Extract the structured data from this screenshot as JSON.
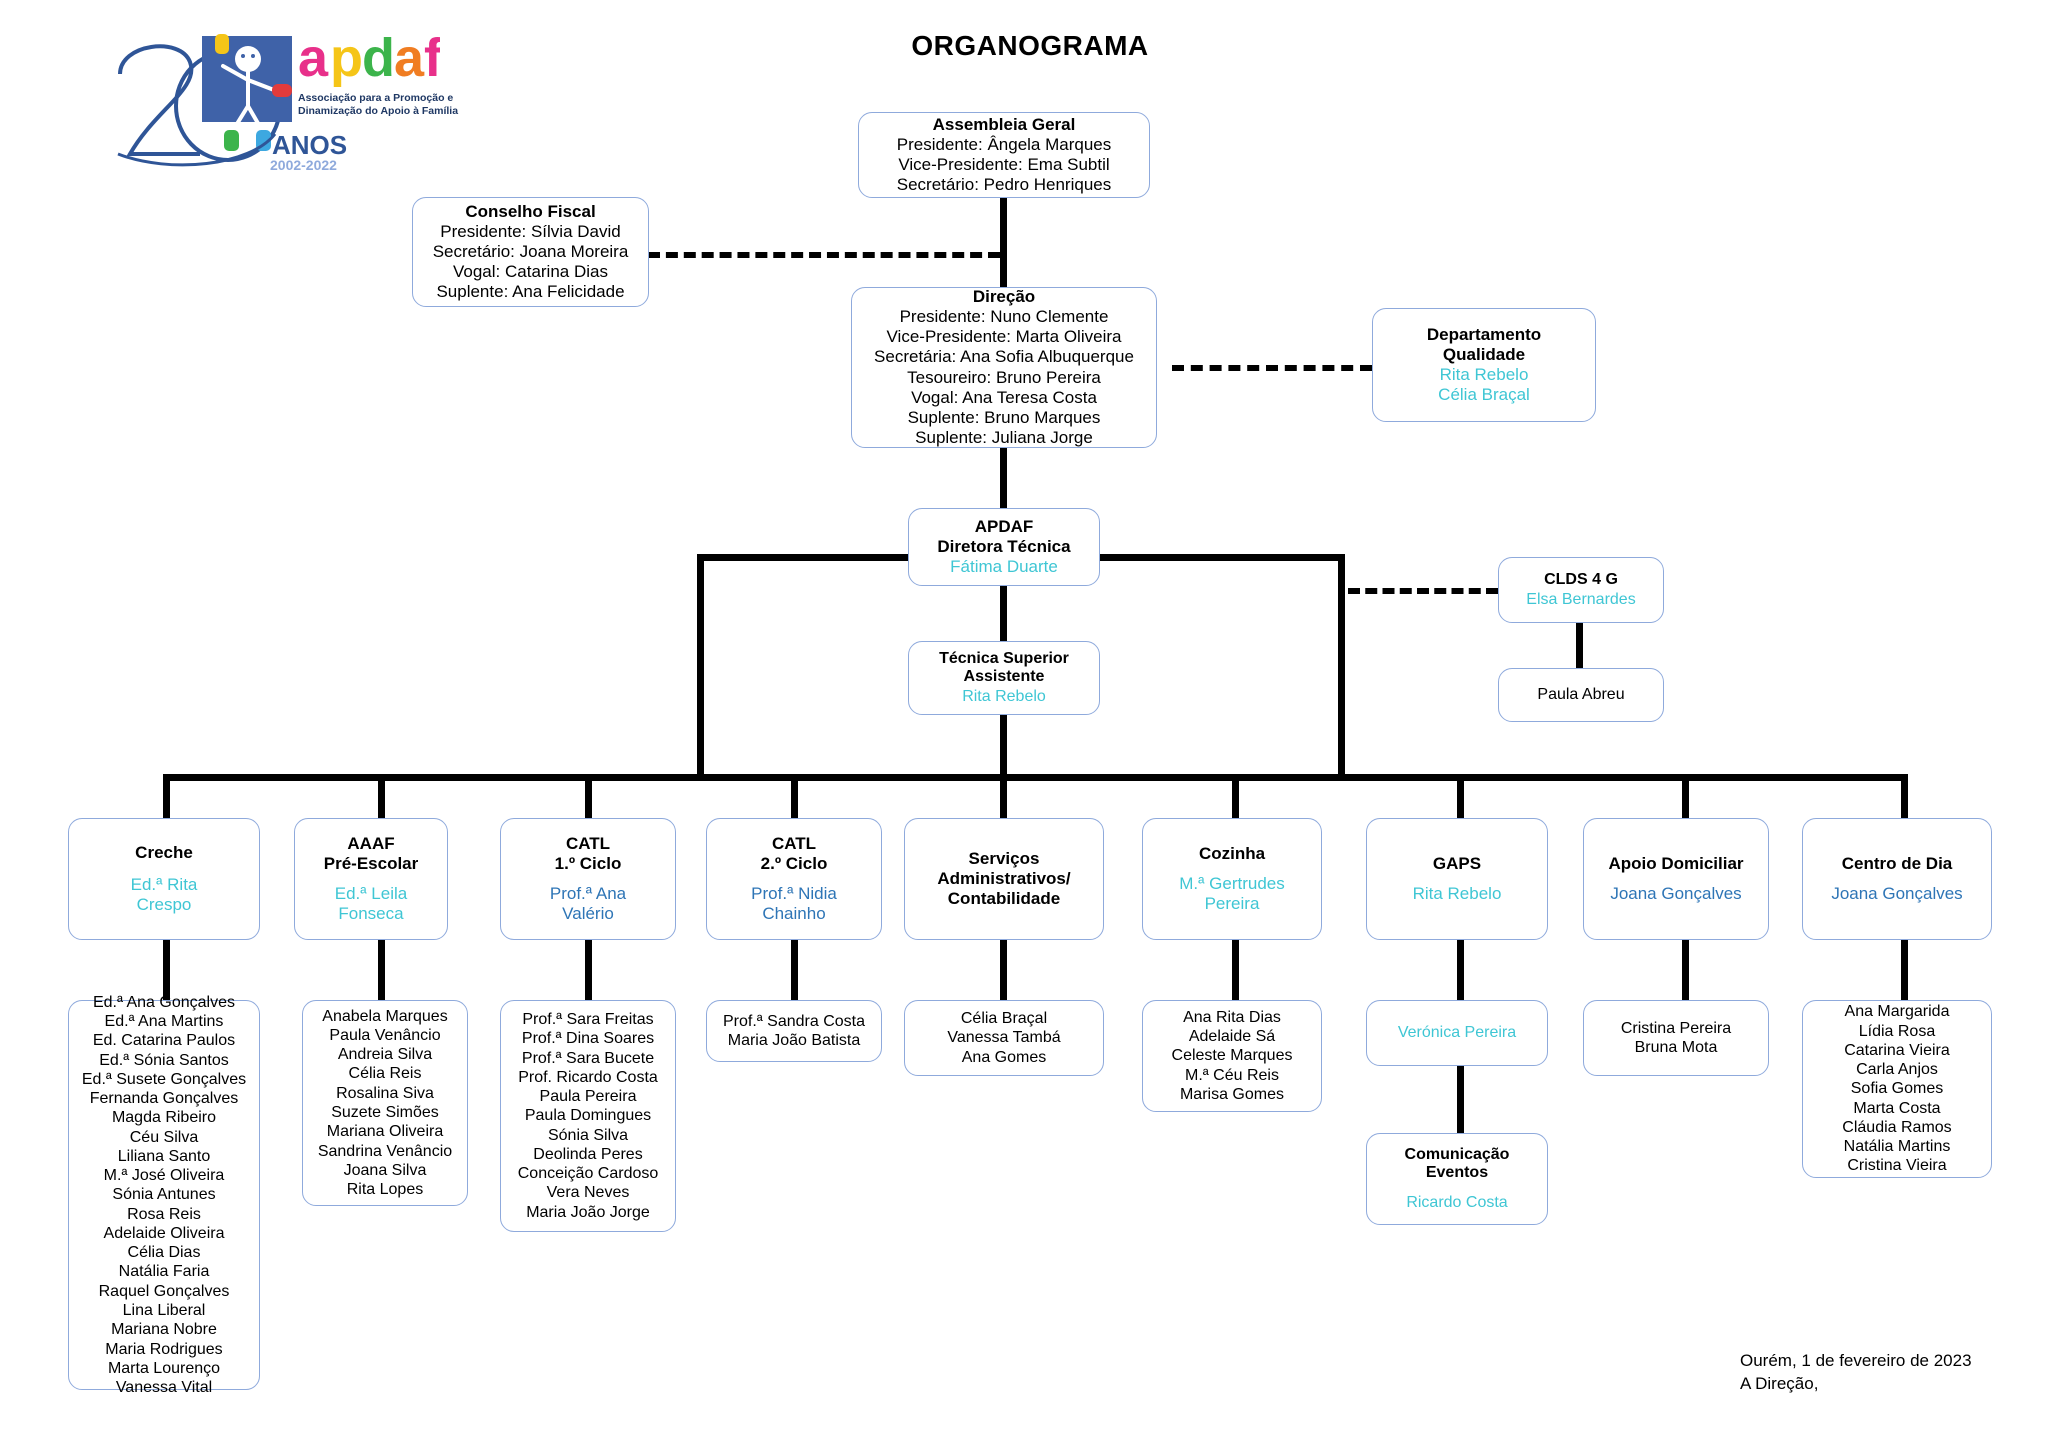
{
  "document": {
    "title": "ORGANOGRAMA",
    "footer": "Ourém, 1 de fevereiro de 2023\nA Direção,"
  },
  "logo": {
    "wordmark": "apdaf",
    "tagline": "Associação para a Promoção e\nDinamização do Apoio à Família",
    "anniversary_number": "20",
    "anniversary_label": "ANOS",
    "anniversary_years": "2002-2022",
    "letter_colors": [
      "#E8308A",
      "#F5C518",
      "#3CB44B",
      "#F07D22",
      "#E8308A"
    ],
    "badge_color": "#2F5597",
    "panel_color": "#3F62A8"
  },
  "colors": {
    "box_border": "#8FAADC",
    "connector": "#000000",
    "person_teal": "#3FC6D4",
    "person_blue": "#2E75B6",
    "heading": "#000000"
  },
  "nodes": {
    "assembleia": {
      "title": "Assembleia Geral",
      "lines": "Presidente: Ângela Marques\nVice-Presidente: Ema Subtil\nSecretário: Pedro Henriques"
    },
    "conselho_fiscal": {
      "title": "Conselho Fiscal",
      "lines": "Presidente: Sílvia David\nSecretário: Joana Moreira\nVogal: Catarina Dias\nSuplente: Ana Felicidade"
    },
    "direcao": {
      "title": "Direção",
      "lines": "Presidente: Nuno Clemente\nVice-Presidente: Marta Oliveira\nSecretária: Ana Sofia Albuquerque\nTesoureiro:  Bruno Pereira\nVogal:  Ana Teresa Costa\nSuplente: Bruno Marques\nSuplente: Juliana Jorge"
    },
    "departamento_qualidade": {
      "title": "Departamento\nQualidade",
      "people": "Rita Rebelo\nCélia Braçal"
    },
    "apdaf_direcao_tecnica": {
      "title": "APDAF\nDiretora Técnica",
      "people": "Fátima Duarte"
    },
    "clds": {
      "title": "CLDS 4 G",
      "people": "Elsa Bernardes"
    },
    "clds_child": {
      "title": "Paula Abreu"
    },
    "tecnica_superior": {
      "title": "Técnica Superior\nAssistente",
      "people": "Rita Rebelo"
    }
  },
  "departments": [
    {
      "key": "creche",
      "title": "Creche",
      "people": "Ed.ª Rita\nCrespo",
      "people_color": "teal",
      "roster": "Ed.ª Ana Gonçalves\nEd.ª  Ana Martins\nEd. Catarina Paulos\nEd.ª Sónia Santos\nEd.ª Susete Gonçalves\nFernanda Gonçalves\nMagda Ribeiro\nCéu Silva\nLiliana Santo\nM.ª José Oliveira\nSónia Antunes\nRosa Reis\nAdelaide Oliveira\nCélia Dias\nNatália Faria\nRaquel Gonçalves\nLina Liberal\nMariana Nobre\nMaria Rodrigues\nMarta Lourenço\nVanessa Vital"
    },
    {
      "key": "aaaf",
      "title": "AAAF\nPré-Escolar",
      "people": "Ed.ª Leila\nFonseca",
      "people_color": "teal",
      "roster": "Anabela Marques\nPaula Venâncio\nAndreia Silva\nCélia Reis\nRosalina Siva\nSuzete Simões\nMariana Oliveira\nSandrina Venâncio\nJoana Silva\nRita Lopes"
    },
    {
      "key": "catl1",
      "title": "CATL\n1.º Ciclo",
      "people": "Prof.ª Ana\nValério",
      "people_color": "blue",
      "roster": "Prof.ª Sara Freitas\nProf.ª Dina Soares\nProf.ª Sara Bucete\nProf. Ricardo Costa\nPaula Pereira\nPaula Domingues\nSónia Silva\nDeolinda Peres\nConceição Cardoso\nVera Neves\nMaria João Jorge"
    },
    {
      "key": "catl2",
      "title": "CATL\n2.º Ciclo",
      "people": "Prof.ª Nidia\nChainho",
      "people_color": "blue",
      "roster": "Prof.ª Sandra Costa\nMaria João Batista"
    },
    {
      "key": "servicos",
      "title": "Serviços\nAdministrativos/\nContabilidade",
      "people": "",
      "people_color": "teal",
      "roster": "Célia Braçal\nVanessa Tambá\nAna Gomes"
    },
    {
      "key": "cozinha",
      "title": "Cozinha",
      "people": "M.ª Gertrudes\nPereira",
      "people_color": "teal",
      "roster": "Ana Rita Dias\nAdelaide Sá\nCeleste Marques\nM.ª Céu Reis\nMarisa Gomes"
    },
    {
      "key": "gaps",
      "title": "GAPS",
      "people": "Rita Rebelo",
      "people_color": "teal",
      "roster": "Verónica Pereira",
      "roster_color": "teal"
    },
    {
      "key": "apoio_domiciliar",
      "title": "Apoio Domiciliar",
      "people": "Joana Gonçalves",
      "people_color": "blue",
      "roster": "Cristina Pereira\nBruna Mota"
    },
    {
      "key": "centro_de_dia",
      "title": "Centro de Dia",
      "people": "Joana Gonçalves",
      "people_color": "blue",
      "roster": "Ana Margarida\nLídia Rosa\nCatarina Vieira\nCarla Anjos\nSofia Gomes\nMarta Costa\nCláudia Ramos\nNatália Martins\nCristina Vieira"
    }
  ],
  "gaps_child": {
    "title": "Comunicação\nEventos",
    "people": "Ricardo Costa"
  }
}
